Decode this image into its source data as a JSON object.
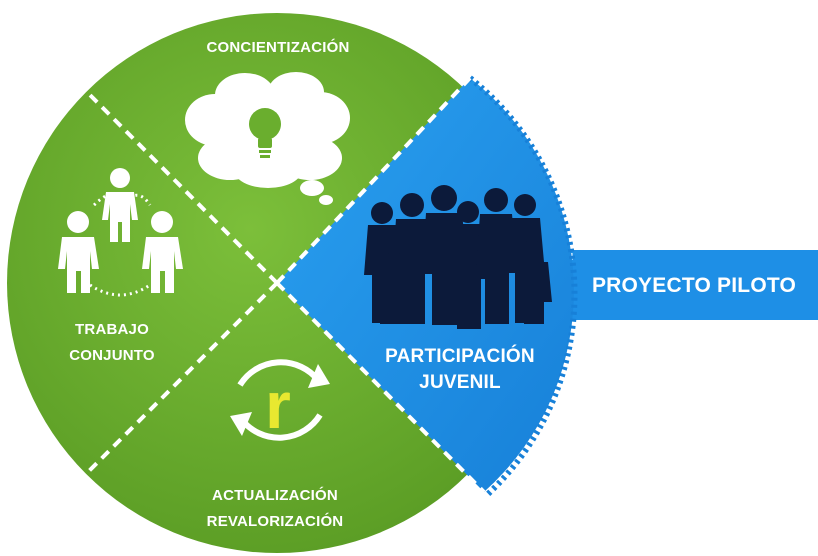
{
  "diagram": {
    "sections": {
      "top": "CONCIENTIZACIÓN",
      "left_line1": "TRABAJO",
      "left_line2": "CONJUNTO",
      "bottom_line1": "ACTUALIZACIÓN",
      "bottom_line2": "REVALORIZACIÓN",
      "right_line1": "PARTICIPACIÓN",
      "right_line2": "JUVENIL"
    },
    "banner": "PROYECTO PILOTO",
    "recycle_letter": "r",
    "icons": {
      "top": "thought-cloud-lightbulb-icon",
      "left": "people-teamwork-icon",
      "bottom": "recycle-arrows-icon",
      "right": "youth-group-silhouette-icon"
    },
    "colors": {
      "green": "#6aae2e",
      "green_dark": "#4f8f1f",
      "blue": "#1e8fe6",
      "blue_dark": "#0f6fc4",
      "yellow": "#e8e830",
      "silhouette": "#0c1a3a"
    }
  }
}
